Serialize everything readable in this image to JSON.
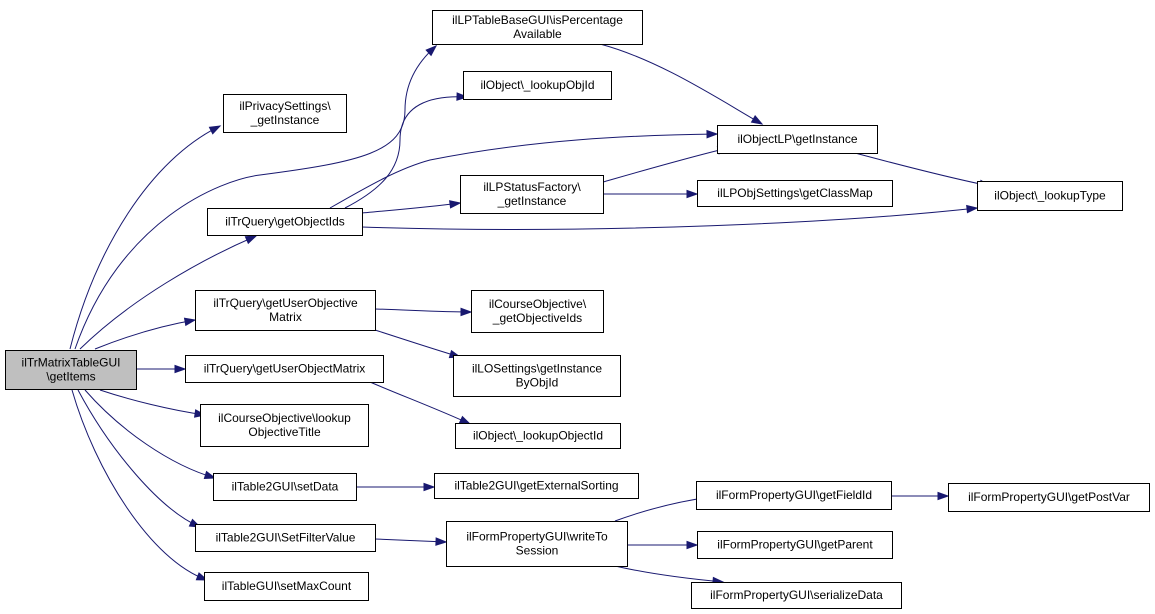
{
  "diagram": {
    "type": "call-graph",
    "colors": {
      "root_fill": "#bfbfbf",
      "node_fill": "#ffffff",
      "node_border": "#000000",
      "edge": "#191970"
    },
    "nodes": [
      {
        "id": "root",
        "root": true,
        "lines": [
          "ilTrMatrixTableGUI",
          "\\getItems"
        ]
      },
      {
        "id": "n1",
        "lines": [
          "ilLPTableBaseGUI\\isPercentage",
          "Available"
        ]
      },
      {
        "id": "n2",
        "lines": [
          "ilPrivacySettings\\",
          "_getInstance"
        ]
      },
      {
        "id": "n3",
        "lines": [
          "ilObject\\_lookupObjId"
        ]
      },
      {
        "id": "n4",
        "lines": [
          "ilObjectLP\\getInstance"
        ]
      },
      {
        "id": "n5",
        "lines": [
          "ilLPStatusFactory\\",
          "_getInstance"
        ]
      },
      {
        "id": "n6",
        "lines": [
          "ilLPObjSettings\\getClassMap"
        ]
      },
      {
        "id": "n7",
        "lines": [
          "ilObject\\_lookupType"
        ]
      },
      {
        "id": "n8",
        "lines": [
          "ilTrQuery\\getObjectIds"
        ]
      },
      {
        "id": "n9",
        "lines": [
          "ilTrQuery\\getUserObjective",
          "Matrix"
        ]
      },
      {
        "id": "n10",
        "lines": [
          "ilCourseObjective\\",
          "_getObjectiveIds"
        ]
      },
      {
        "id": "n11",
        "lines": [
          "ilTrQuery\\getUserObjectMatrix"
        ]
      },
      {
        "id": "n12",
        "lines": [
          "ilLOSettings\\getInstance",
          "ByObjId"
        ]
      },
      {
        "id": "n13",
        "lines": [
          "ilCourseObjective\\lookup",
          "ObjectiveTitle"
        ]
      },
      {
        "id": "n14",
        "lines": [
          "ilObject\\_lookupObjectId"
        ]
      },
      {
        "id": "n15",
        "lines": [
          "ilTable2GUI\\setData"
        ]
      },
      {
        "id": "n16",
        "lines": [
          "ilTable2GUI\\getExternalSorting"
        ]
      },
      {
        "id": "n17",
        "lines": [
          "ilFormPropertyGUI\\getFieldId"
        ]
      },
      {
        "id": "n18",
        "lines": [
          "ilFormPropertyGUI\\getPostVar"
        ]
      },
      {
        "id": "n19",
        "lines": [
          "ilTable2GUI\\SetFilterValue"
        ]
      },
      {
        "id": "n20",
        "lines": [
          "ilFormPropertyGUI\\writeTo",
          "Session"
        ]
      },
      {
        "id": "n21",
        "lines": [
          "ilFormPropertyGUI\\getParent"
        ]
      },
      {
        "id": "n22",
        "lines": [
          "ilTableGUI\\setMaxCount"
        ]
      },
      {
        "id": "n23",
        "lines": [
          "ilFormPropertyGUI\\serializeData"
        ]
      }
    ],
    "edges": [
      {
        "from": "root",
        "to": "n1"
      },
      {
        "from": "root",
        "to": "n2"
      },
      {
        "from": "root",
        "to": "n8"
      },
      {
        "from": "root",
        "to": "n9"
      },
      {
        "from": "root",
        "to": "n11"
      },
      {
        "from": "root",
        "to": "n13"
      },
      {
        "from": "root",
        "to": "n15"
      },
      {
        "from": "root",
        "to": "n19"
      },
      {
        "from": "root",
        "to": "n22"
      },
      {
        "from": "n1",
        "to": "n4"
      },
      {
        "from": "n4",
        "to": "n7"
      },
      {
        "from": "n8",
        "to": "n3"
      },
      {
        "from": "n8",
        "to": "n4"
      },
      {
        "from": "n8",
        "to": "n5"
      },
      {
        "from": "n8",
        "to": "n7"
      },
      {
        "from": "n5",
        "to": "n4"
      },
      {
        "from": "n5",
        "to": "n6"
      },
      {
        "from": "n9",
        "to": "n10"
      },
      {
        "from": "n9",
        "to": "n12"
      },
      {
        "from": "n11",
        "to": "n14"
      },
      {
        "from": "n15",
        "to": "n16"
      },
      {
        "from": "n19",
        "to": "n20"
      },
      {
        "from": "n20",
        "to": "n17"
      },
      {
        "from": "n20",
        "to": "n21"
      },
      {
        "from": "n20",
        "to": "n23"
      },
      {
        "from": "n17",
        "to": "n18"
      }
    ]
  }
}
